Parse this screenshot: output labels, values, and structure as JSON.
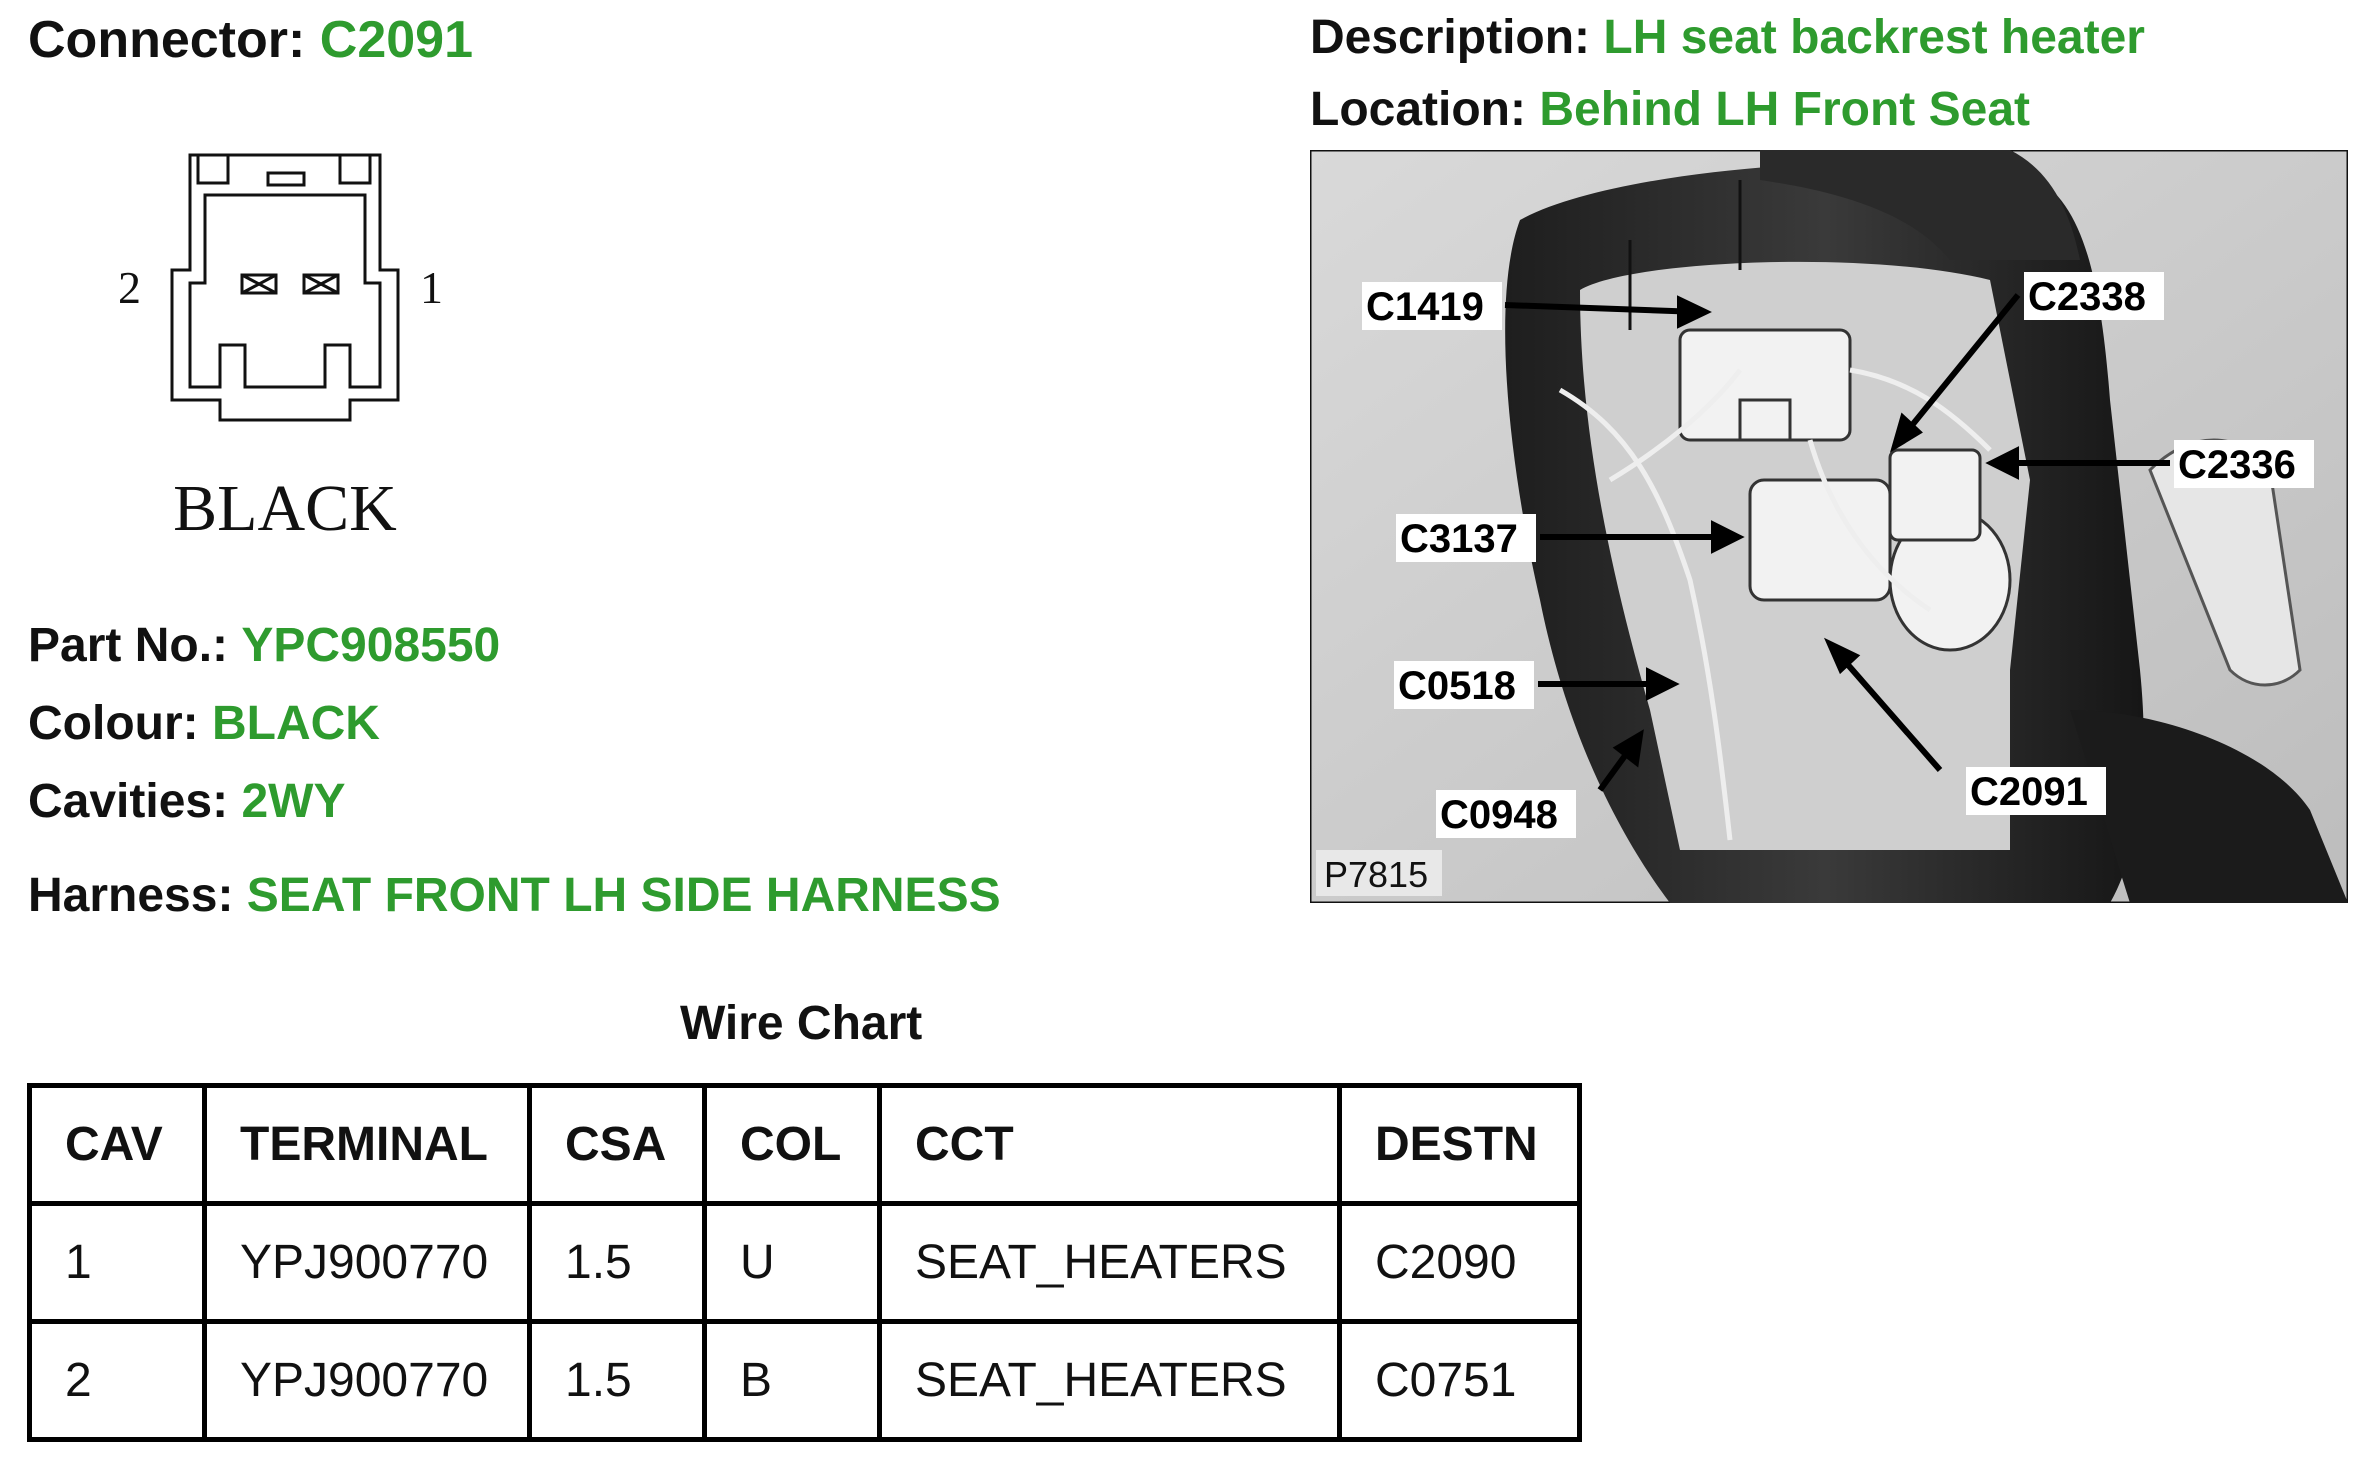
{
  "connector": {
    "label": "Connector:",
    "value": "C2091"
  },
  "description": {
    "label": "Description:",
    "value": "LH seat backrest heater"
  },
  "location": {
    "label": "Location:",
    "value": "Behind LH Front Seat"
  },
  "pinout": {
    "pin_left": "2",
    "pin_right": "1",
    "colour_label": "BLACK"
  },
  "part_no": {
    "label": "Part No.:",
    "value": "YPC908550"
  },
  "colour": {
    "label": "Colour:",
    "value": "BLACK"
  },
  "cavities": {
    "label": "Cavities:",
    "value": "2WY"
  },
  "harness": {
    "label": "Harness:",
    "value": "SEAT FRONT LH SIDE HARNESS"
  },
  "photo": {
    "ref": "P7815",
    "callouts": [
      "C1419",
      "C2338",
      "C2336",
      "C3137",
      "C0518",
      "C0948",
      "C2091"
    ]
  },
  "wire_chart": {
    "title": "Wire Chart",
    "headers": [
      "CAV",
      "TERMINAL",
      "CSA",
      "COL",
      "CCT",
      "DESTN"
    ],
    "rows": [
      [
        "1",
        "YPJ900770",
        "1.5",
        "U",
        "SEAT_HEATERS",
        "C2090"
      ],
      [
        "2",
        "YPJ900770",
        "1.5",
        "B",
        "SEAT_HEATERS",
        "C0751"
      ]
    ]
  },
  "colors": {
    "accent": "#2e9b2e",
    "text": "#111111"
  }
}
